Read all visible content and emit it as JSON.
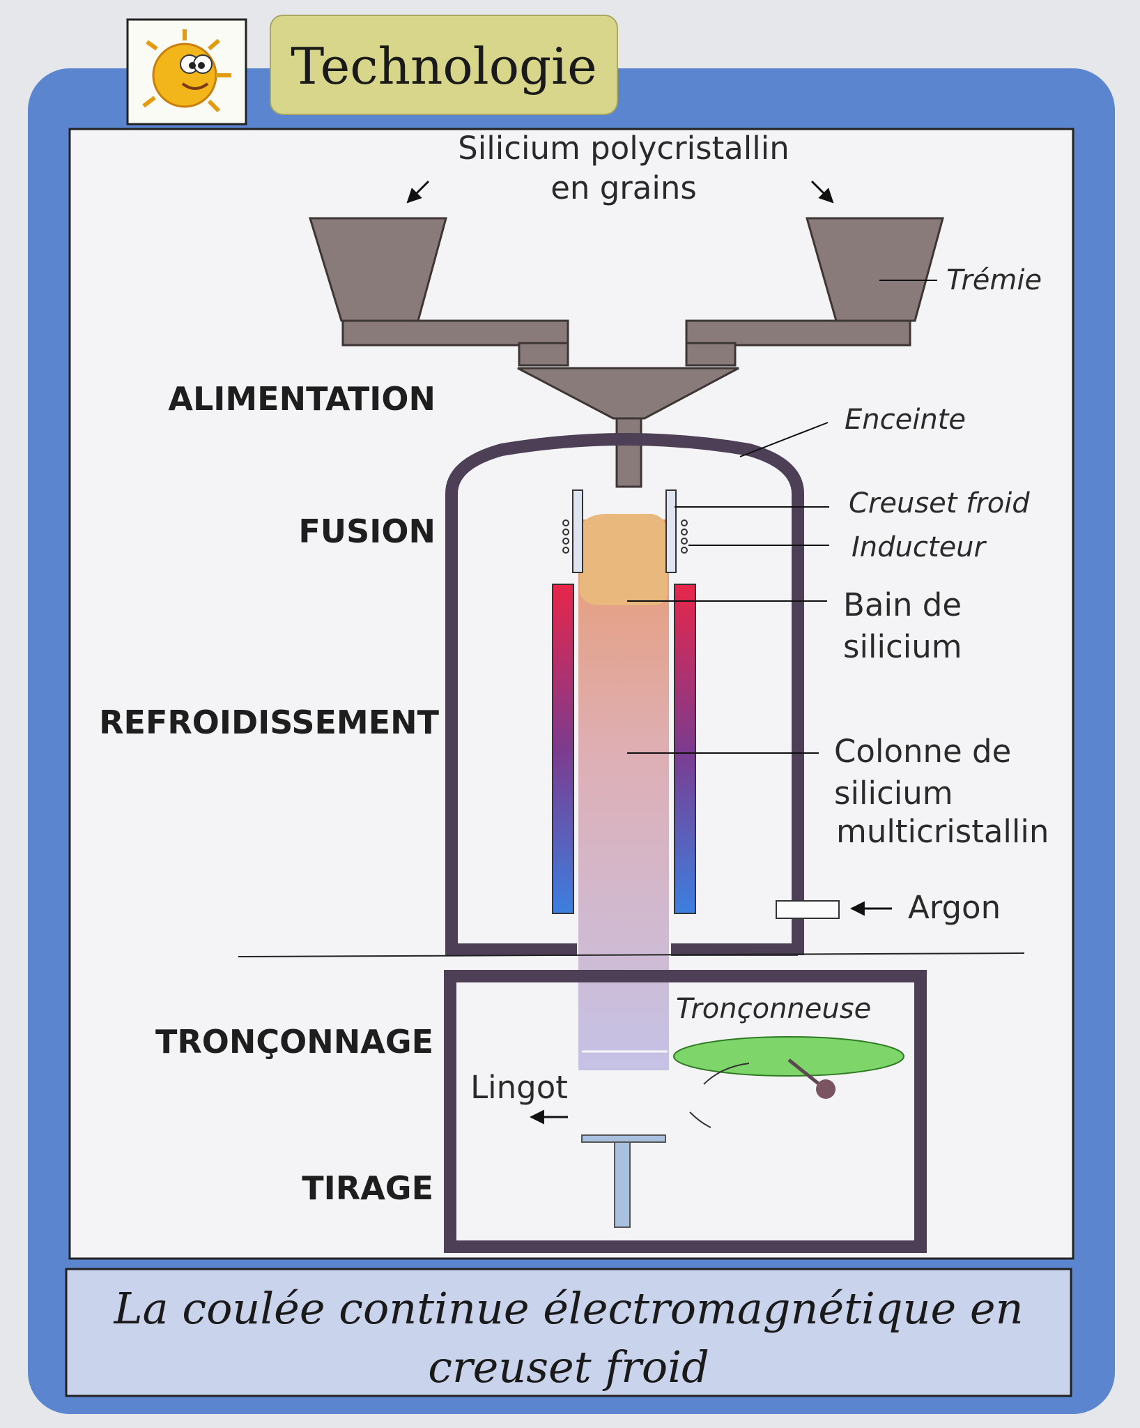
{
  "header": {
    "title": "Technologie"
  },
  "diagram": {
    "top_label": [
      "Silicium polycristallin",
      "en grains"
    ],
    "stages": {
      "alimentation": "ALIMENTATION",
      "fusion": "FUSION",
      "refroidissement": "REFROIDISSEMENT",
      "tronconnage": "TRONÇONNAGE",
      "tirage": "TIRAGE"
    },
    "labels": {
      "tremie": "Trémie",
      "enceinte": "Enceinte",
      "creuset": "Creuset froid",
      "inducteur": "Inducteur",
      "bain": [
        "Bain de",
        "silicium"
      ],
      "colonne": [
        "Colonne de",
        "silicium",
        "multicristallin"
      ],
      "argon": "Argon",
      "tronconneuse": "Tronçonneuse",
      "lingot": "Lingot"
    }
  },
  "caption": [
    "La coulée continue électromagnétique en",
    "creuset froid"
  ],
  "colors": {
    "frame_blue": "#5b86cf",
    "hopper": "#8a7b7b",
    "wall": "#4c3f56",
    "title_bg": "#d8d68a",
    "saw": "#7ed56a"
  }
}
